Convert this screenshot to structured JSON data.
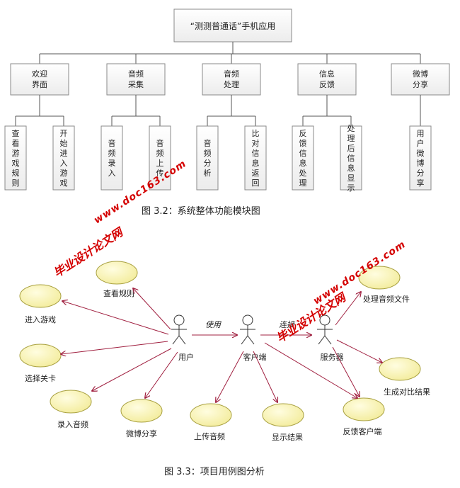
{
  "captions": {
    "fig2": "图 3.2：系统整体功能模块图",
    "fig3": "图 3.3：项目用例图分析"
  },
  "watermark": {
    "cn": "毕业设计论文网",
    "en": "www.doc163.com"
  },
  "module_tree": {
    "root": "“测测普通话”手机应用",
    "modules": [
      {
        "label": [
          "欢迎",
          "界面"
        ],
        "children": [
          "查看游戏规则",
          "开始进入游戏"
        ]
      },
      {
        "label": [
          "音频",
          "采集"
        ],
        "children": [
          "音频录入",
          "音频上传"
        ]
      },
      {
        "label": [
          "音频",
          "处理"
        ],
        "children": [
          "音频分析",
          "比对信息返回"
        ]
      },
      {
        "label": [
          "信息",
          "反馈"
        ],
        "children": [
          "反馈信息处理",
          "处理后信息显示"
        ]
      },
      {
        "label": [
          "微博",
          "分享"
        ],
        "children": [
          "用户微博分享"
        ]
      }
    ]
  },
  "use_case": {
    "actors": {
      "user": "用户",
      "client": "客户端",
      "server": "服务器"
    },
    "edge_labels": {
      "use": "使用",
      "connect": "连接"
    },
    "cases": {
      "rules": "查看规则",
      "enter": "进入游戏",
      "level": "选择关卡",
      "record": "录入音频",
      "share": "微博分享",
      "upload": "上传音频",
      "show": "显示结果",
      "process": "处理音频文件",
      "compare": "生成对比结果",
      "feedback": "反馈客户端"
    }
  },
  "colors": {
    "box_fill": "#f5f5f5",
    "box_stroke": "#8a8a8a",
    "line": "#555555",
    "usecase_fill": "#fbf6b8",
    "usecase_stroke": "#a8a040",
    "arrow": "#a02040",
    "watermark": "#d40000"
  }
}
